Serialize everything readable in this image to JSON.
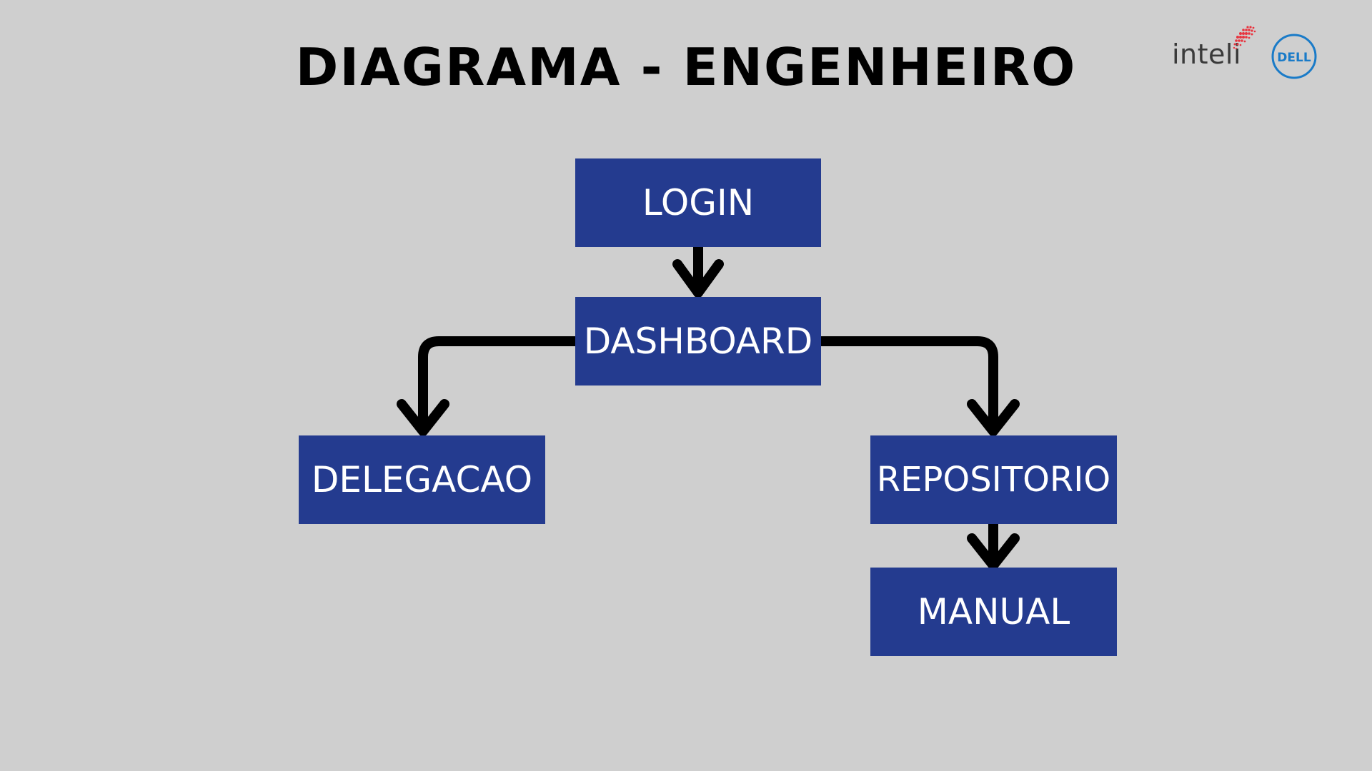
{
  "title": "DIAGRAMA - ENGENHEIRO",
  "logos": {
    "inteli": "inteli",
    "dell": "DELL"
  },
  "nodes": {
    "login": "LOGIN",
    "dashboard": "DASHBOARD",
    "delegacao": "DELEGACAO",
    "repositorio": "REPOSITORIO",
    "manual": "MANUAL"
  },
  "edges": [
    {
      "from": "LOGIN",
      "to": "DASHBOARD"
    },
    {
      "from": "DASHBOARD",
      "to": "DELEGACAO"
    },
    {
      "from": "DASHBOARD",
      "to": "REPOSITORIO"
    },
    {
      "from": "REPOSITORIO",
      "to": "MANUAL"
    }
  ],
  "colors": {
    "background": "#cfcfcf",
    "box_fill": "#243b8f",
    "box_text": "#ffffff",
    "connector": "#000000",
    "inteli_accent": "#e8343f",
    "dell_blue": "#1a7bc8"
  },
  "icons": [
    "inteli-logo-icon",
    "dell-logo-icon"
  ]
}
